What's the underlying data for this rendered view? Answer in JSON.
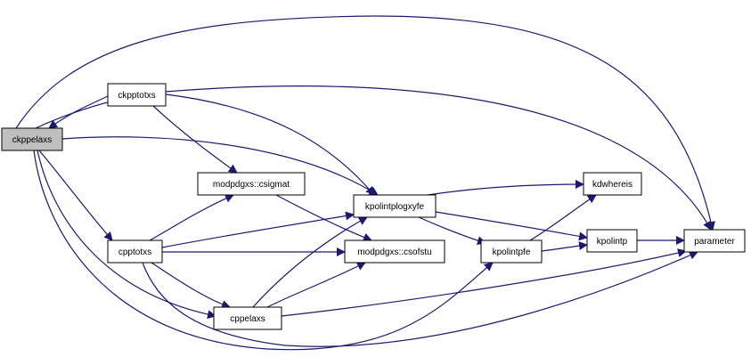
{
  "graph": {
    "edge_color": "#191970",
    "node_fill": "#ffffff",
    "root_fill": "#bfbfbf",
    "nodes": [
      {
        "id": "ckppelaxs",
        "label": "ckppelaxs",
        "root": true
      },
      {
        "id": "ckpptotxs",
        "label": "ckpptotxs"
      },
      {
        "id": "cpptotxs",
        "label": "cpptotxs"
      },
      {
        "id": "csigmat",
        "label": "modpdgxs::csigmat"
      },
      {
        "id": "cppelaxs",
        "label": "cppelaxs"
      },
      {
        "id": "kpolintplogxyfe",
        "label": "kpolintplogxyfe"
      },
      {
        "id": "csofstu",
        "label": "modpdgxs::csofstu"
      },
      {
        "id": "kdwhereis",
        "label": "kdwhereis"
      },
      {
        "id": "kpolintpfe",
        "label": "kpolintpfe"
      },
      {
        "id": "kpolintp",
        "label": "kpolintp"
      },
      {
        "id": "parameter",
        "label": "parameter"
      }
    ],
    "edges": [
      {
        "from": "ckppelaxs",
        "to": "ckpptotxs"
      },
      {
        "from": "ckpptotxs",
        "to": "ckppelaxs"
      },
      {
        "from": "ckppelaxs",
        "to": "parameter"
      },
      {
        "from": "ckppelaxs",
        "to": "kpolintplogxyfe"
      },
      {
        "from": "ckppelaxs",
        "to": "cpptotxs"
      },
      {
        "from": "ckppelaxs",
        "to": "cppelaxs"
      },
      {
        "from": "ckppelaxs",
        "to": "kpolintpfe"
      },
      {
        "from": "ckpptotxs",
        "to": "parameter"
      },
      {
        "from": "ckpptotxs",
        "to": "kpolintplogxyfe"
      },
      {
        "from": "ckpptotxs",
        "to": "csigmat"
      },
      {
        "from": "cpptotxs",
        "to": "csigmat"
      },
      {
        "from": "cpptotxs",
        "to": "kpolintplogxyfe"
      },
      {
        "from": "cpptotxs",
        "to": "csofstu"
      },
      {
        "from": "cpptotxs",
        "to": "cppelaxs"
      },
      {
        "from": "cpptotxs",
        "to": "parameter"
      },
      {
        "from": "csigmat",
        "to": "csofstu"
      },
      {
        "from": "cppelaxs",
        "to": "kpolintplogxyfe"
      },
      {
        "from": "cppelaxs",
        "to": "csofstu"
      },
      {
        "from": "cppelaxs",
        "to": "parameter"
      },
      {
        "from": "kpolintplogxyfe",
        "to": "kdwhereis"
      },
      {
        "from": "kpolintplogxyfe",
        "to": "kpolintpfe"
      },
      {
        "from": "kpolintplogxyfe",
        "to": "kpolintp"
      },
      {
        "from": "kpolintpfe",
        "to": "kdwhereis"
      },
      {
        "from": "kpolintpfe",
        "to": "kpolintp"
      },
      {
        "from": "kpolintp",
        "to": "parameter"
      }
    ]
  }
}
